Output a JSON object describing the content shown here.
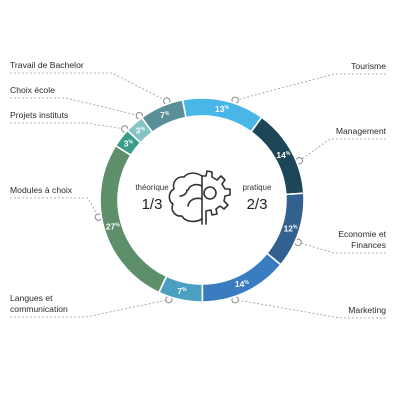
{
  "chart_data": {
    "type": "pie",
    "categories": [
      "Tourisme",
      "Management",
      "Economie et Finances",
      "Marketing",
      "Langues et communication",
      "Modules à choix",
      "Projets instituts",
      "Choix école",
      "Travail de Bachelor"
    ],
    "values": [
      13,
      14,
      12,
      14,
      7,
      27,
      3,
      3,
      7
    ],
    "value_suffix": "%",
    "colors": [
      "#49b6e8",
      "#1d4656",
      "#33618f",
      "#3a7cc0",
      "#4ba0c1",
      "#5d8f6a",
      "#3a9c8b",
      "#84c4c4",
      "#5a8f9a"
    ],
    "center": {
      "left_word": "théorique",
      "left_fraction": "1/3",
      "right_word": "pratique",
      "right_fraction": "2/3"
    }
  }
}
